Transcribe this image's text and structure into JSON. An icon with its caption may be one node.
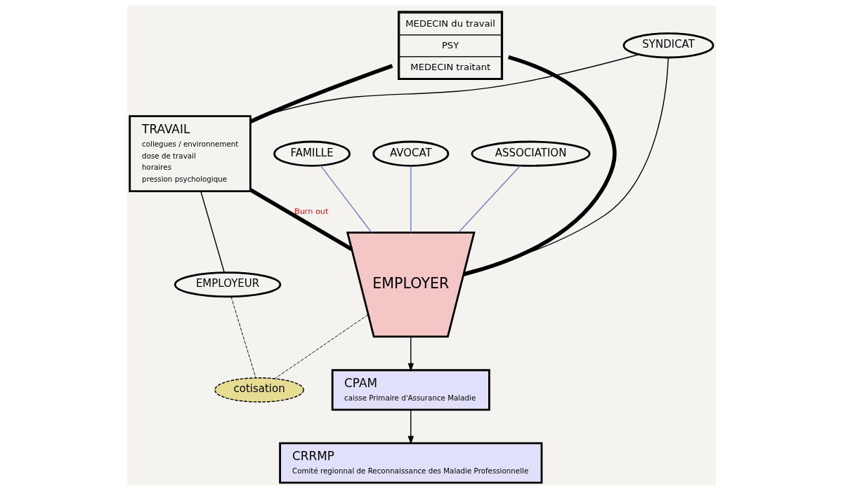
{
  "diagram": {
    "nodes": [
      {
        "text": [
          "MEDECIN du travail",
          "PSY",
          "MEDECIN traitant"
        ]
      },
      {
        "text": [
          "SYNDICAT"
        ]
      },
      {
        "text": [
          "TRAVAIL",
          "collegues / environnement",
          "dose de travail",
          "horaires",
          "pression psychologique"
        ]
      },
      {
        "text": [
          "FAMILLE"
        ]
      },
      {
        "text": [
          "EMPLOYER"
        ]
      },
      {
        "text": [
          "AVOCAT"
        ]
      },
      {
        "text": [
          "ASSOCIATION"
        ]
      },
      {
        "text": [
          "EMPLOYEUR"
        ]
      },
      {
        "text": [
          "cotisation"
        ]
      },
      {
        "text": [
          "CPAM",
          "caisse Primaire d'Assurance Maladie"
        ]
      },
      {
        "text": [
          "CRRMP",
          "Comité regionnal de Reconnaissance des Maladie Professionnelle"
        ]
      }
    ],
    "edges": [
      {
        "from": 0,
        "to": 2,
        "arrow": "none",
        "style": "thick"
      },
      {
        "from": 0,
        "to": 4,
        "arrow": "none",
        "style": "thick"
      },
      {
        "from": 1,
        "to": 4,
        "arrow": "none"
      },
      {
        "from": 1,
        "to": 2,
        "arrow": "none"
      },
      {
        "from": 2,
        "to": 4,
        "arrow": "none",
        "style": "thick",
        "label": "Burn out"
      },
      {
        "from": 2,
        "to": 7,
        "arrow": "none"
      },
      {
        "from": 3,
        "to": 4,
        "arrow": "none",
        "color": "#6b7fc4"
      },
      {
        "from": 5,
        "to": 4,
        "arrow": "none",
        "color": "#6b7fc4"
      },
      {
        "from": 6,
        "to": 4,
        "arrow": "none",
        "color": "#6b7fc4"
      },
      {
        "from": 4,
        "to": 8,
        "arrow": "none",
        "style": "dashed"
      },
      {
        "from": 7,
        "to": 8,
        "arrow": "none",
        "style": "dashed"
      },
      {
        "from": 4,
        "to": 9,
        "arrow": "to"
      },
      {
        "from": 9,
        "to": 10,
        "arrow": "to"
      }
    ]
  }
}
